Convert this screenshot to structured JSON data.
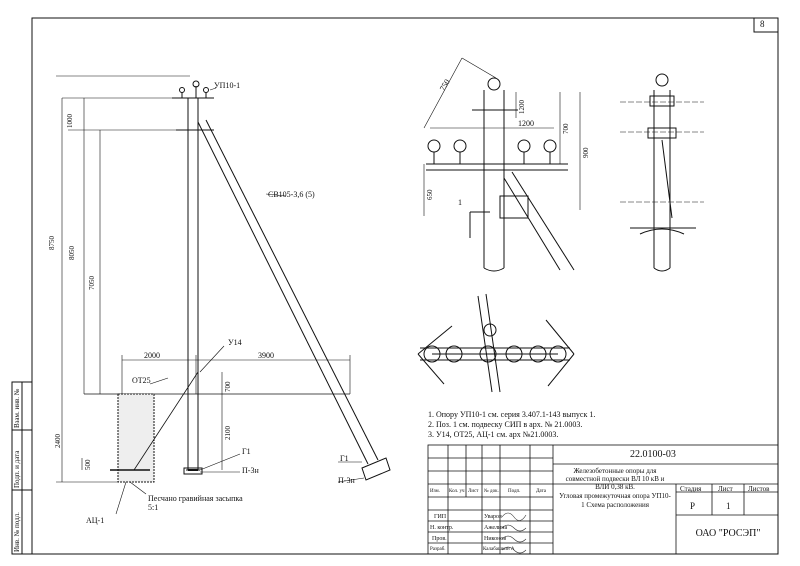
{
  "sheet": {
    "sheet_number": "8",
    "document_code": "22.0100-03",
    "project_title": "Железобетонные опоры для совместной подвески ВЛ 10 кВ и ВЛИ 0,38 кВ.",
    "drawing_title": "Угловая промежуточная опора УП10-1 Схема расположения",
    "organization": "ОАО \"РОСЭП\"",
    "stage_value": "Р",
    "sheet_value": "1"
  },
  "title_block": {
    "headers": [
      "Изм.",
      "Кол. уч",
      "Лист",
      "№ док.",
      "Подп.",
      "Дата"
    ],
    "col_stage": "Стадия",
    "col_sheet": "Лист",
    "col_sheets": "Листов",
    "roles": [
      {
        "role": "ГИП",
        "name": "Уваров"
      },
      {
        "role": "Н. контр.",
        "name": "Ажелина"
      },
      {
        "role": "Пров.",
        "name": "Никонов"
      },
      {
        "role": "Разраб.",
        "name": "Калабашкин А"
      }
    ]
  },
  "side_stamp": [
    "Взам. инв. №",
    "Подп. и дата",
    "Инв. № подл."
  ],
  "notes": [
    "1. Опору УП10-1 см. серия 3.407.1-143 выпуск 1.",
    "2. Поз. 1 см. подвеску СИП в арх. № 21.0003.",
    "3. У14, ОТ25, АЦ-1 см. арх №21.0003."
  ],
  "main_view": {
    "labels": {
      "pole": "УП10-1",
      "strut": "СВ105-3,6 (5)",
      "bracket": "У14",
      "clamp": "ОТ25",
      "anchor": "АЦ-1",
      "g1_left": "Г1",
      "p3n_left": "П-3н",
      "g1_right": "Г1",
      "p3n_right": "П-3н",
      "backfill": "Песчано гравийная засыпка 5:1"
    },
    "dims": {
      "d1000": "1000",
      "d8750": "8750",
      "d8050": "8050",
      "d7050": "7050",
      "d2000": "2000",
      "d3900": "3900",
      "d700": "700",
      "d2100": "2100",
      "d2400": "2400",
      "d500": "500"
    }
  },
  "detail_view": {
    "dims": {
      "d750": "750",
      "d1200": "1200",
      "d700": "700",
      "d1200b": "1200",
      "d900": "900",
      "d650": "650"
    },
    "pos_label": "1"
  }
}
